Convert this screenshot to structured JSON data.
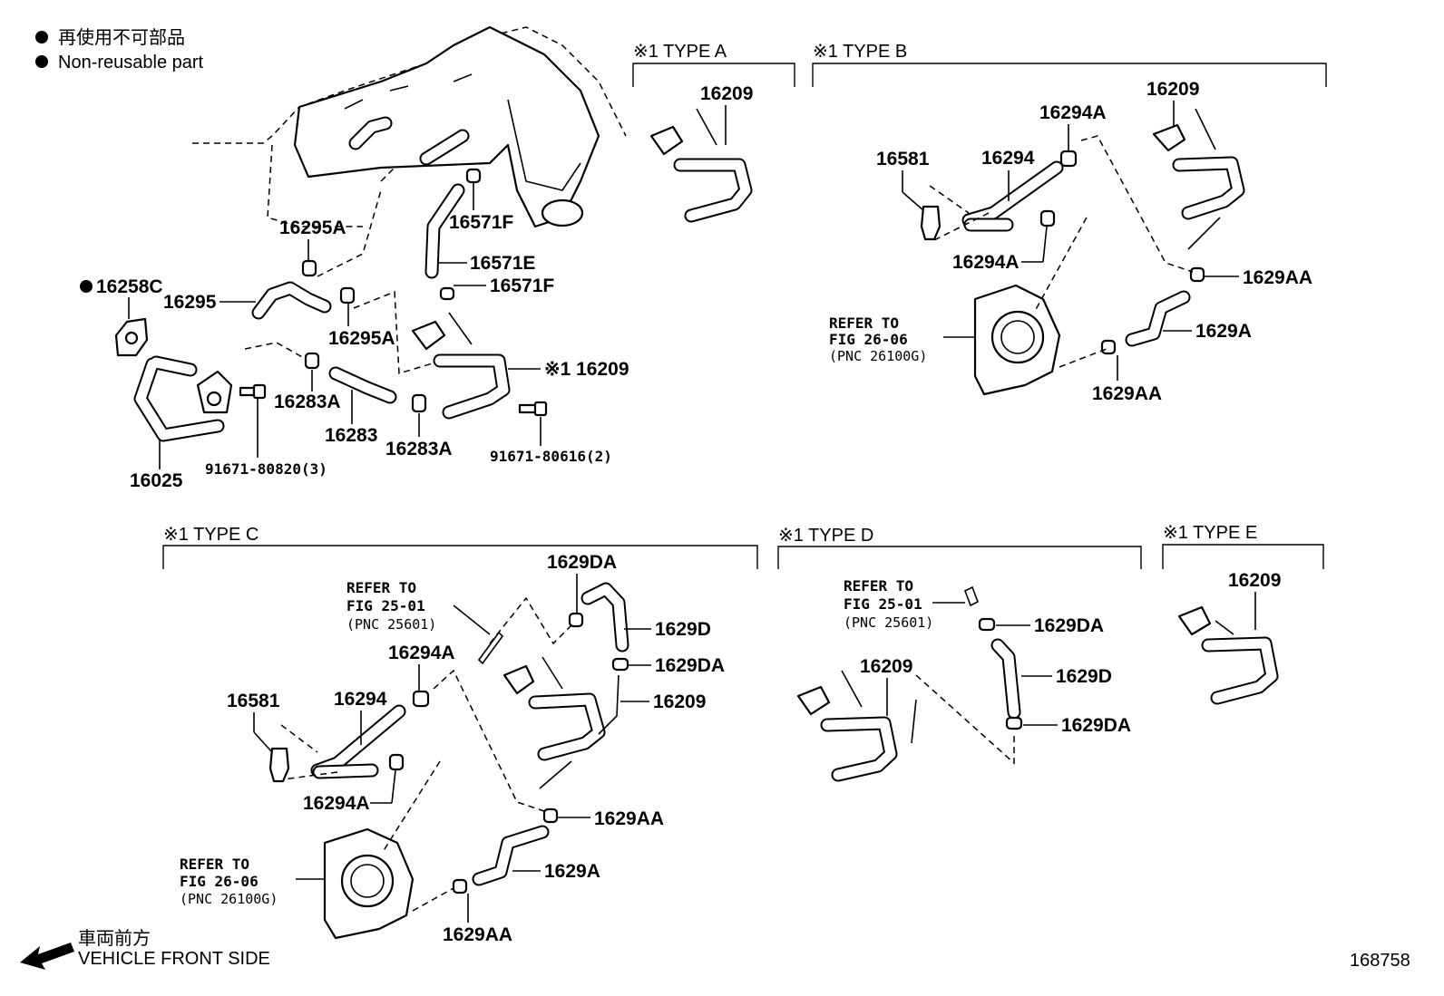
{
  "legend": {
    "symbol": "●",
    "jp": "再使用不可部品",
    "en": "Non-reusable part"
  },
  "direction": {
    "jp": "車両前方",
    "en": "VEHICLE FRONT SIDE"
  },
  "figure_id": "168758",
  "sections": {
    "type_a": "※1 TYPE A",
    "type_b": "※1 TYPE B",
    "type_c": "※1 TYPE C",
    "type_d": "※1 TYPE D",
    "type_e": "※1 TYPE E"
  },
  "refer": {
    "l1": "REFER TO",
    "fig2606": "FIG 26-06",
    "pnc26100g": "(PNC 26100G)",
    "fig2501": "FIG 25-01",
    "pnc25601": "(PNC 25601)"
  },
  "parts": {
    "p16258c": "16258C",
    "p16295a": "16295A",
    "p16295": "16295",
    "p16571f": "16571F",
    "p16571e": "16571E",
    "p16209": "16209",
    "p16209_marked": "※1 16209",
    "p16283a": "16283A",
    "p16283": "16283",
    "p16025": "16025",
    "b80820": "91671-80820(3)",
    "b80616": "91671-80616(2)",
    "p16294a": "16294A",
    "p16294": "16294",
    "p16581": "16581",
    "p1629aa": "1629AA",
    "p1629a": "1629A",
    "p1629da": "1629DA",
    "p1629d": "1629D"
  }
}
